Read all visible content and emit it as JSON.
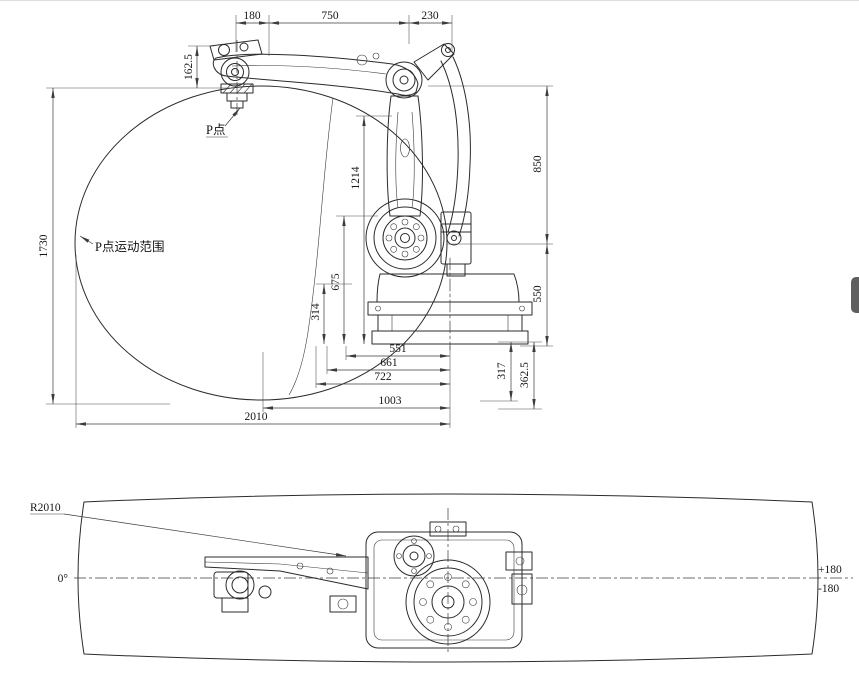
{
  "colors": {
    "line": "#2b2b2b",
    "dimension": "#3c3c3c",
    "background": "#ffffff",
    "scrollbar_thumb": "#5f5f5f"
  },
  "side_view": {
    "label_p_point": "P点",
    "label_p_range": "P点运动范围",
    "dim_180": "180",
    "dim_750": "750",
    "dim_230": "230",
    "dim_162_5": "162.5",
    "dim_1730": "1730",
    "dim_1214": "1214",
    "dim_850": "850",
    "dim_675": "675",
    "dim_550": "550",
    "dim_314": "314",
    "dim_317": "317",
    "dim_362_5": "362.5",
    "dim_551": "551",
    "dim_661": "661",
    "dim_722": "722",
    "dim_1003": "1003",
    "dim_2010": "2010"
  },
  "top_view": {
    "label_radius": "R2010",
    "label_zero": "0°",
    "label_plus180": "+180",
    "label_minus180": "-180"
  }
}
